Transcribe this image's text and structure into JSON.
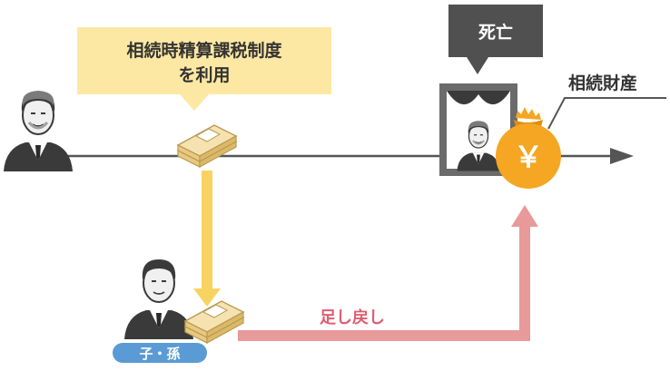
{
  "callout": {
    "line1": "相続時精算課税制度",
    "line2": "を利用"
  },
  "death_label": "死亡",
  "estate_label": "相続財産",
  "addback_label": "足し戻し",
  "child_badge": "子・孫",
  "yen_symbol": "￥",
  "colors": {
    "timeline": "#555555",
    "callout_bg": "#fde8a3",
    "death_bg": "#505050",
    "gift_arrow": "#f8d35f",
    "addback_arrow": "#e89a9a",
    "addback_text": "#e05c6e",
    "yen_bag": "#f5a623",
    "child_badge": "#5b9bd5",
    "suit": "#3c3c3c",
    "skin": "#efefef"
  },
  "icons": [
    "parent-person-icon",
    "money-bundle-icon",
    "memorial-portrait-icon",
    "yen-bag-icon",
    "child-person-icon"
  ]
}
